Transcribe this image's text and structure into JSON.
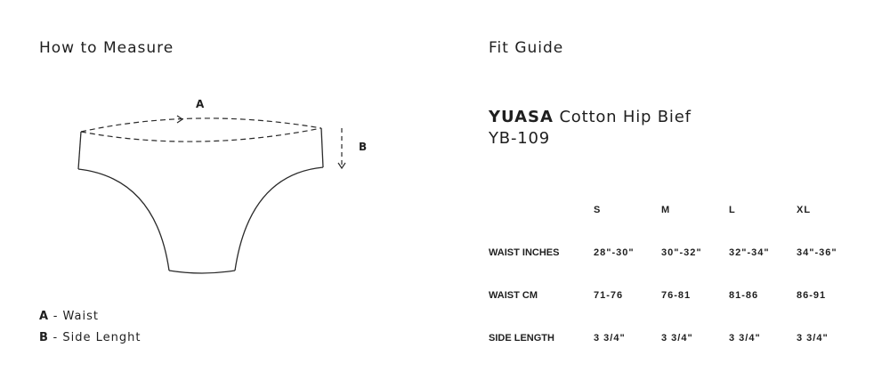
{
  "left_section": {
    "title": "How to Measure",
    "markers": {
      "a": "A",
      "b": "B"
    },
    "legend": [
      {
        "key": "A",
        "text": " - Waist"
      },
      {
        "key": "B",
        "text": " - Side Lenght"
      }
    ]
  },
  "right_section": {
    "title": "Fit Guide",
    "product": {
      "brand": "YUASA",
      "name": " Cotton Hip Bief",
      "code": "YB-109"
    },
    "table": {
      "sizes": [
        "S",
        "M",
        "L",
        "XL"
      ],
      "rows": [
        {
          "label": "WAIST INCHES",
          "values": [
            "28\"-30\"",
            "30\"-32\"",
            "32\"-34\"",
            "34\"-36\""
          ]
        },
        {
          "label": "WAIST CM",
          "values": [
            "71-76",
            "76-81",
            "81-86",
            "86-91"
          ]
        },
        {
          "label": "SIDE LENGTH",
          "values": [
            "3 3/4\"",
            "3 3/4\"",
            "3 3/4\"",
            "3 3/4\""
          ]
        }
      ]
    }
  }
}
